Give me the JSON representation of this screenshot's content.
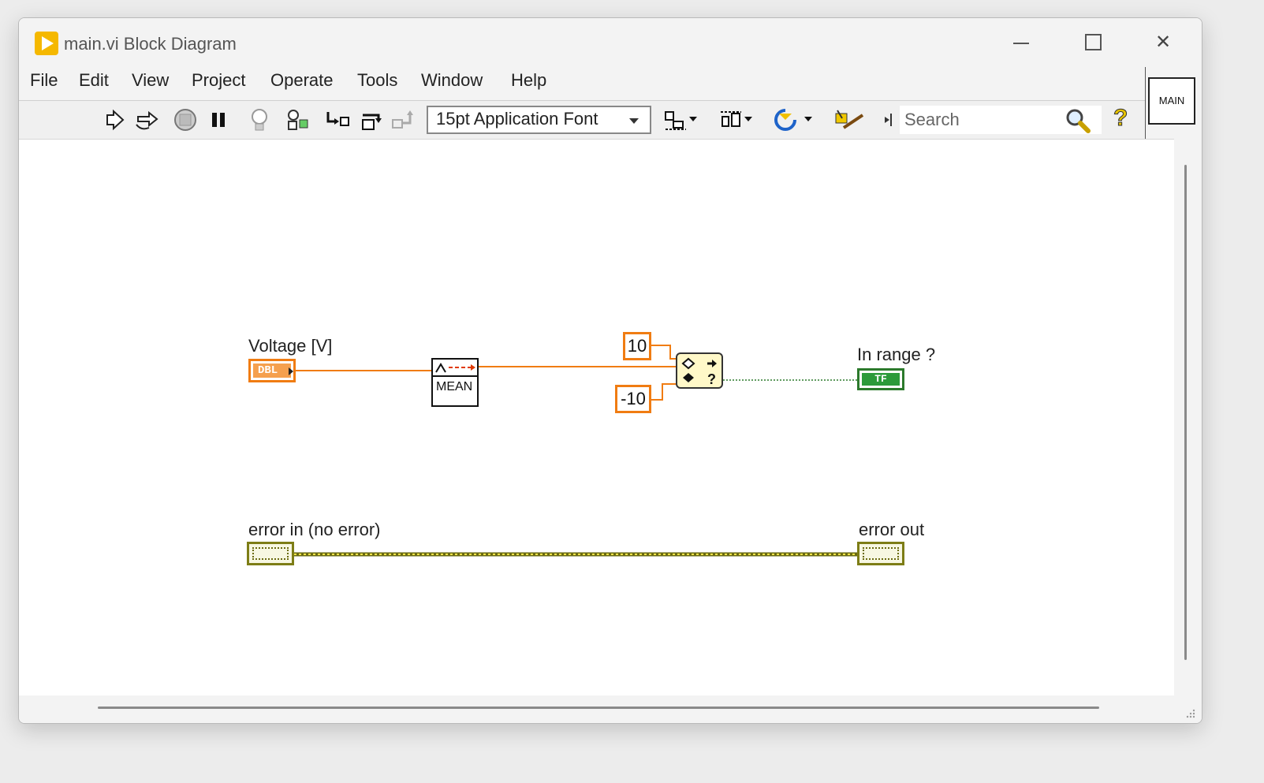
{
  "window": {
    "title": "main.vi Block Diagram",
    "minimize_icon": "minimize-icon",
    "maximize_icon": "maximize-icon",
    "close_icon": "close-icon",
    "close_label": "✕"
  },
  "menu": [
    "File",
    "Edit",
    "View",
    "Project",
    "Operate",
    "Tools",
    "Window",
    "Help"
  ],
  "toolbar": {
    "font_select_value": "15pt Application Font",
    "search_placeholder": "Search",
    "help_label": "?",
    "icons": [
      "run-arrow-icon",
      "run-continuously-icon",
      "abort-icon",
      "pause-icon",
      "highlight-execution-icon",
      "retain-wire-values-icon",
      "step-into-icon",
      "step-over-icon",
      "step-out-icon",
      "align-objects-icon",
      "distribute-objects-icon",
      "reorder-icon",
      "clean-up-diagram-icon",
      "search-icon",
      "help-icon"
    ]
  },
  "vi_icon_label": "MAIN",
  "diagram": {
    "voltage_label": "Voltage [V]",
    "voltage_terminal_text": "DBL",
    "mean_label": "MEAN",
    "upper_limit": "10",
    "lower_limit": "-10",
    "in_range_label": "In range ?",
    "bool_terminal_text": "TF",
    "error_in_label": "error in (no error)",
    "error_out_label": "error out",
    "colors": {
      "numeric": "#f07c12",
      "boolean": "#2c7a2c",
      "cluster": "#7d7d16"
    }
  }
}
